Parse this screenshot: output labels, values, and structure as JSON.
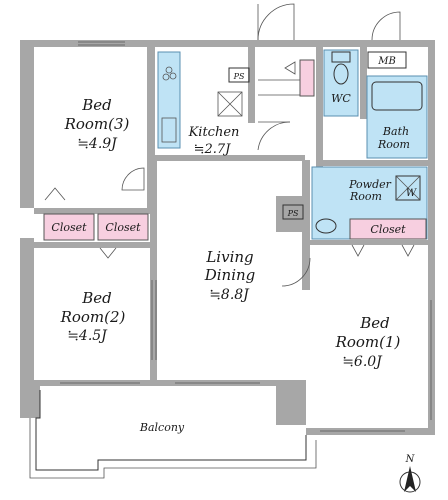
{
  "rooms": {
    "bed3": {
      "name_1": "Bed",
      "name_2": "Room(3)",
      "size": "≒4.9J"
    },
    "kitchen": {
      "name": "Kitchen",
      "size": "≒2.7J"
    },
    "bed2": {
      "name_1": "Bed",
      "name_2": "Room(2)",
      "size": "≒4.5J"
    },
    "living": {
      "name_1": "Living",
      "name_2": "Dining",
      "size": "≒8.8J"
    },
    "bed1": {
      "name_1": "Bed",
      "name_2": "Room(1)",
      "size": "≒6.0J"
    },
    "bath": {
      "name_1": "Bath",
      "name_2": "Room"
    },
    "powder": {
      "name_1": "Powder",
      "name_2": "Room"
    },
    "wc": "WC",
    "mb": "MB",
    "balcony": "Balcony"
  },
  "closets": {
    "left_1": "Closet",
    "left_2": "Closet",
    "right": "Closet"
  },
  "ps": {
    "kitchen": "PS",
    "powder": "PS"
  },
  "washer": "W",
  "compass": "N",
  "colors": {
    "wall": "#a7a7a7",
    "wet_area": "#bfe3f5",
    "closet": "#f7cfe0"
  }
}
